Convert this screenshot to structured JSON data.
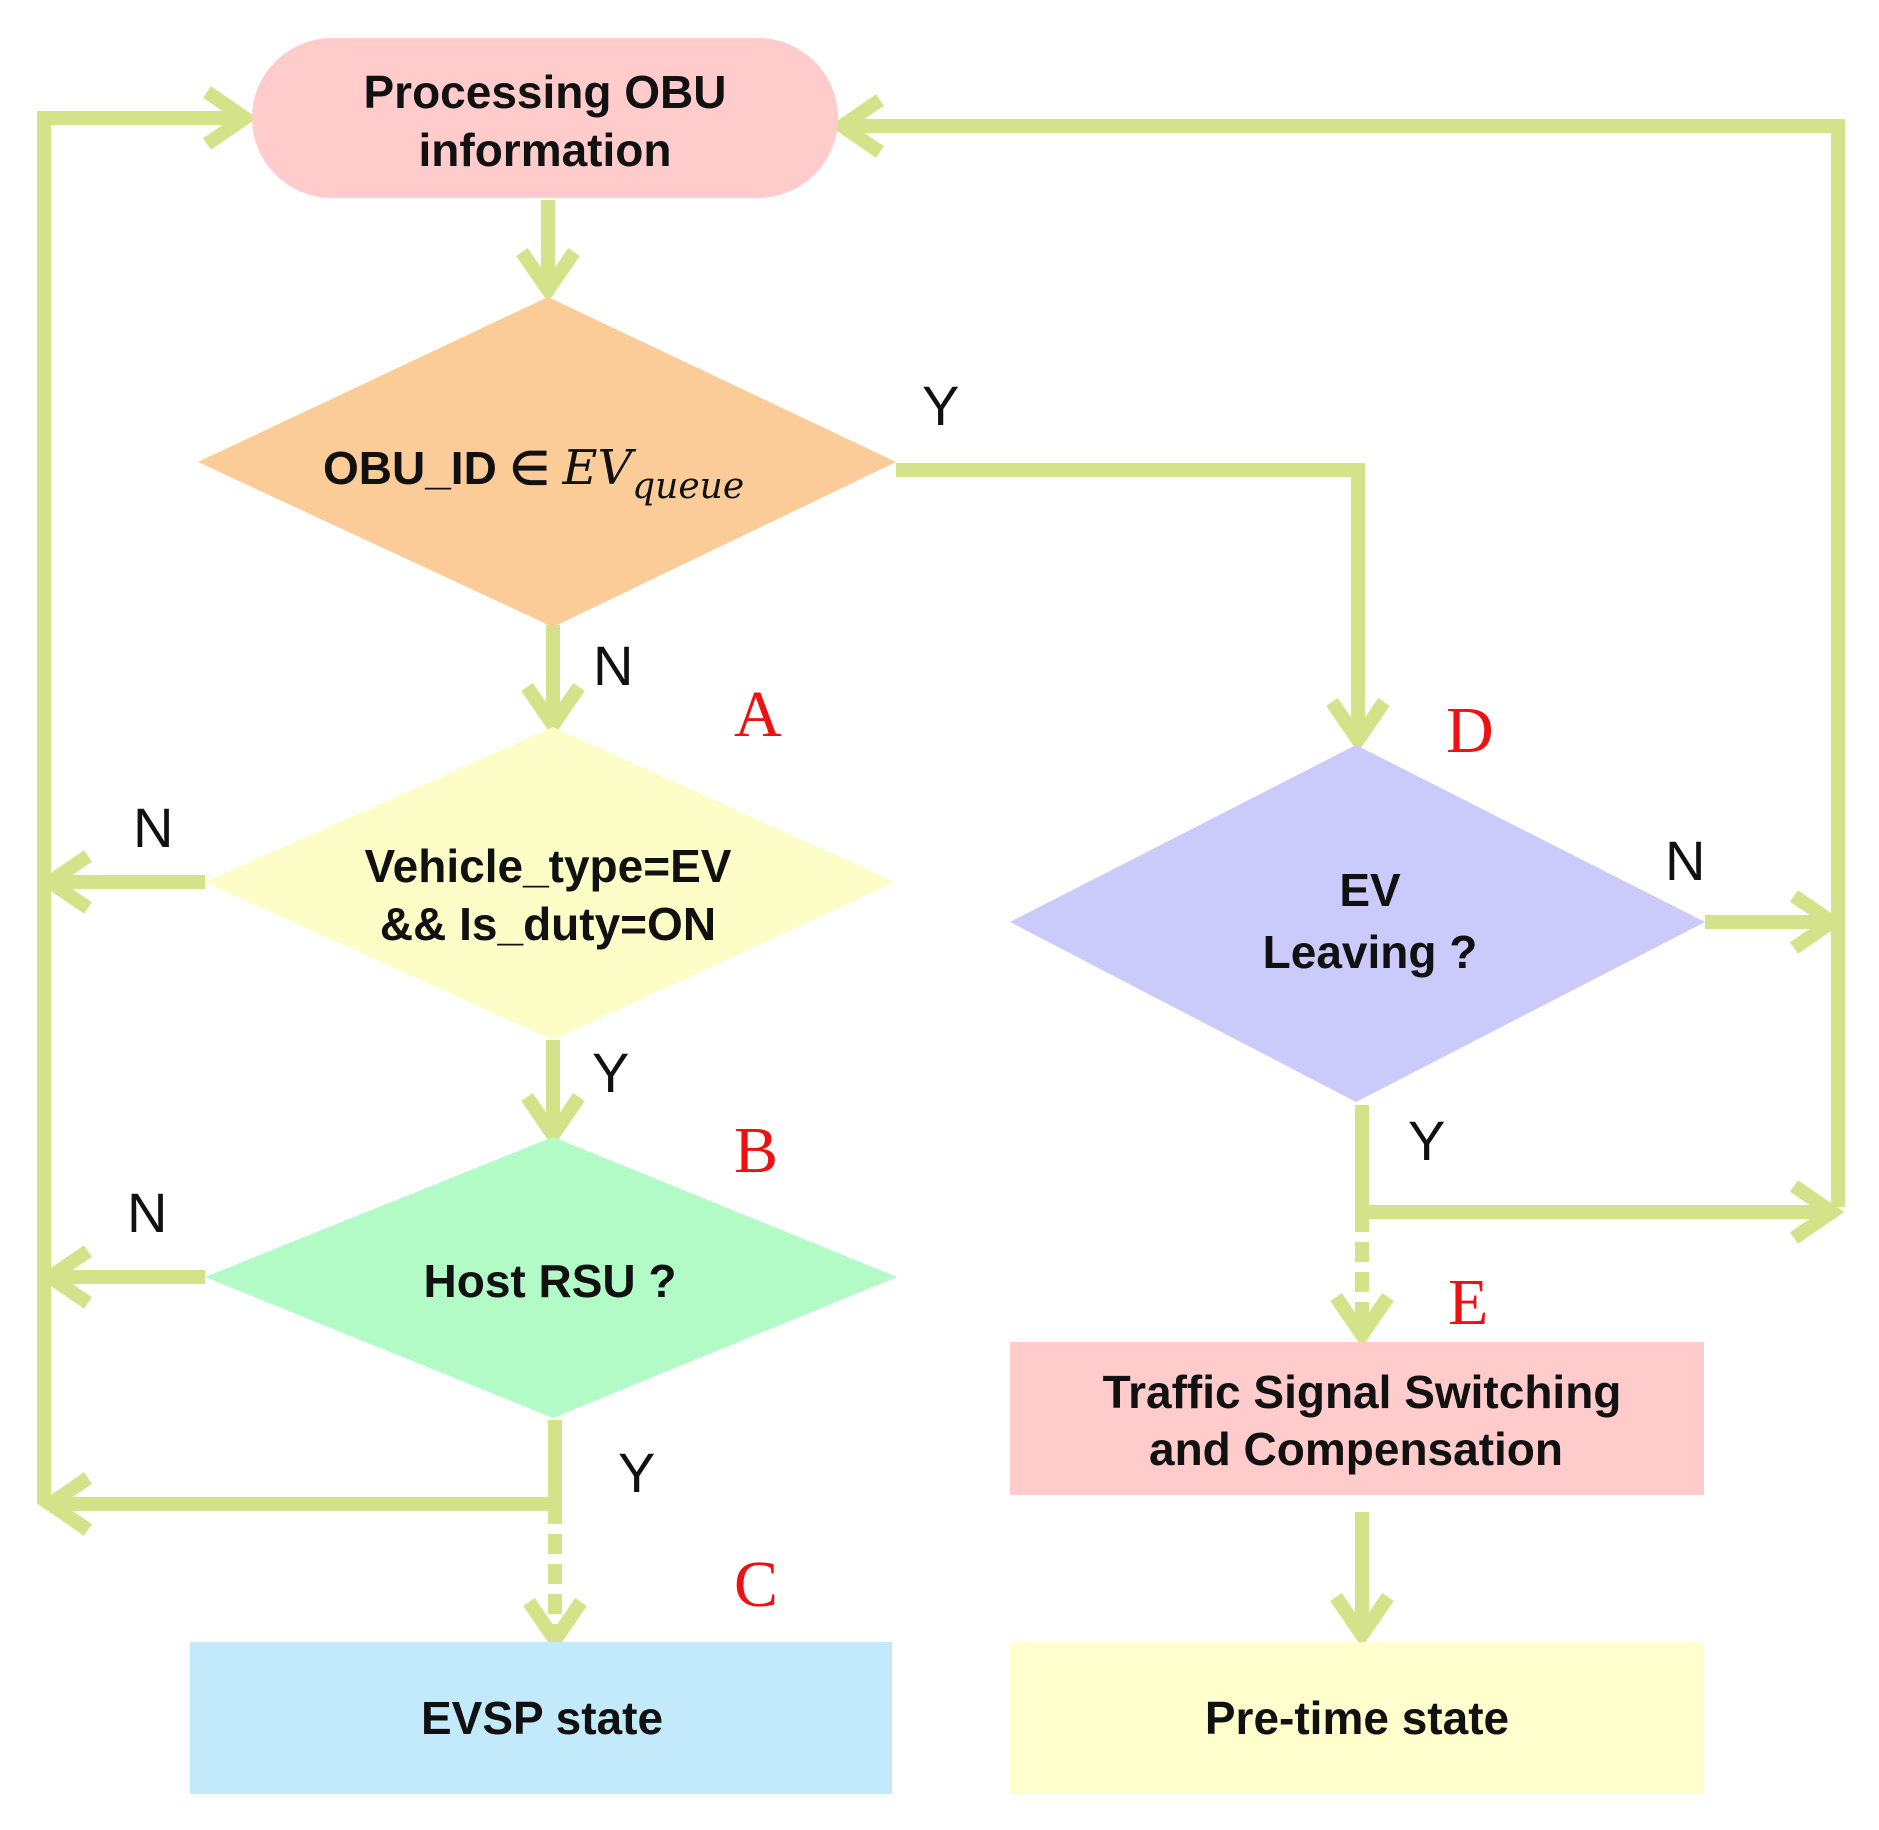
{
  "nodes": {
    "start": {
      "line1": "Processing OBU",
      "line2": "information",
      "color": "#ffcbcb"
    },
    "decision_queue": {
      "prefix": "OBU_ID ∈ ",
      "var": "EV",
      "sub": "queue",
      "color": "#fbcb98"
    },
    "decision_vehicle": {
      "line1": "Vehicle_type=EV",
      "line2": "&& Is_duty=ON",
      "color": "#fdfdc8"
    },
    "decision_host": {
      "text": "Host RSU ?",
      "color": "#b2fbc6"
    },
    "evsp_state": {
      "text": "EVSP state",
      "color": "#c2eafb"
    },
    "decision_leaving": {
      "line1": "EV",
      "line2": "Leaving ?",
      "color": "#cbcbfb"
    },
    "signal_switching": {
      "line1": "Traffic Signal Switching",
      "line2": "and Compensation",
      "color": "#ffcbcb"
    },
    "pretime_state": {
      "text": "Pre-time state",
      "color": "#ffffcd"
    }
  },
  "edge_labels": {
    "queue_yes": "Y",
    "queue_no": "N",
    "vehicle_no": "N",
    "vehicle_yes": "Y",
    "host_no": "N",
    "host_yes": "Y",
    "leaving_no": "N",
    "leaving_yes": "Y"
  },
  "markers": {
    "a": "A",
    "b": "B",
    "c": "C",
    "d": "D",
    "e": "E"
  },
  "colors": {
    "arrow": "#d4e38a",
    "marker_text": "#ee1111"
  }
}
